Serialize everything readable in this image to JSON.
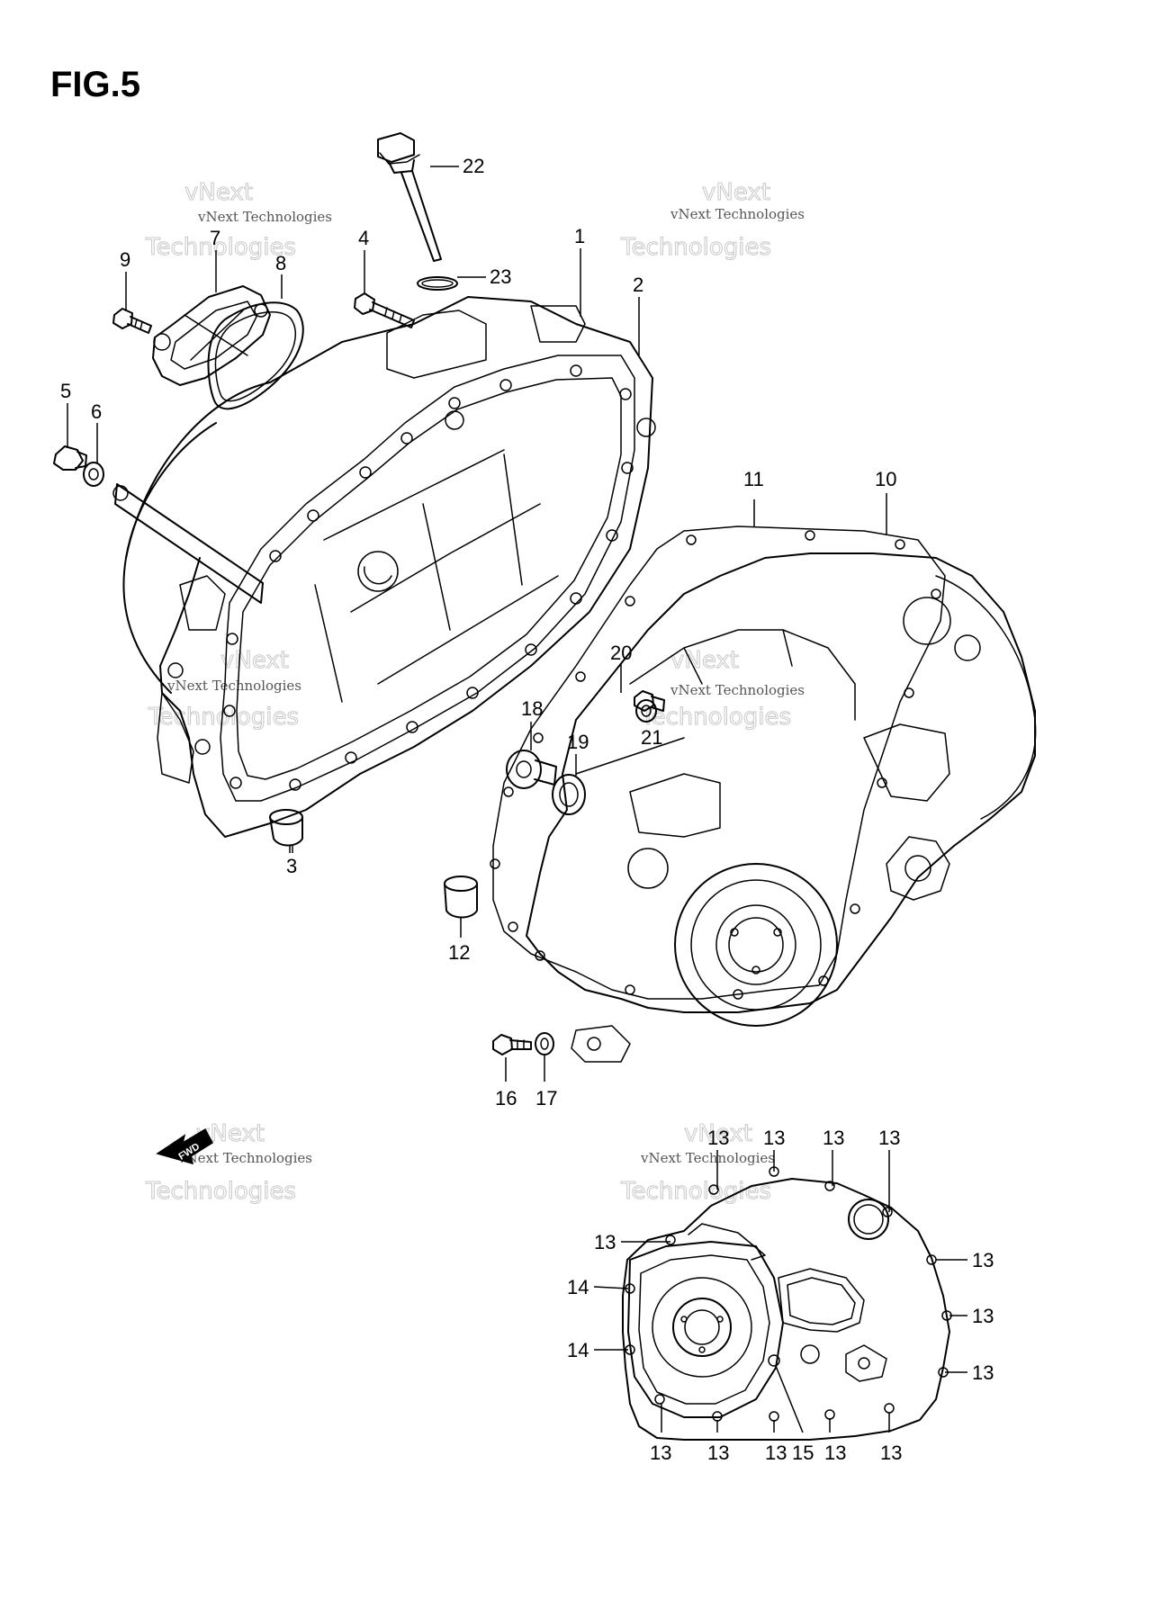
{
  "figure": {
    "title": "FIG.5"
  },
  "watermark": {
    "line1": "vNext Technologies",
    "line2": "vNext",
    "line3": "Technologies"
  },
  "fwd_label": "FWD",
  "callouts": [
    {
      "id": "c1",
      "text": "1"
    },
    {
      "id": "c2",
      "text": "2"
    },
    {
      "id": "c3",
      "text": "3"
    },
    {
      "id": "c4",
      "text": "4"
    },
    {
      "id": "c5",
      "text": "5"
    },
    {
      "id": "c6",
      "text": "6"
    },
    {
      "id": "c7",
      "text": "7"
    },
    {
      "id": "c8",
      "text": "8"
    },
    {
      "id": "c9",
      "text": "9"
    },
    {
      "id": "c10",
      "text": "10"
    },
    {
      "id": "c11",
      "text": "11"
    },
    {
      "id": "c12",
      "text": "12"
    },
    {
      "id": "c16",
      "text": "16"
    },
    {
      "id": "c17",
      "text": "17"
    },
    {
      "id": "c18",
      "text": "18"
    },
    {
      "id": "c19",
      "text": "19"
    },
    {
      "id": "c20",
      "text": "20"
    },
    {
      "id": "c21",
      "text": "21"
    },
    {
      "id": "c22",
      "text": "22"
    },
    {
      "id": "c23",
      "text": "23"
    },
    {
      "id": "c13a",
      "text": "13"
    },
    {
      "id": "c13b",
      "text": "13"
    },
    {
      "id": "c13c",
      "text": "13"
    },
    {
      "id": "c13d",
      "text": "13"
    },
    {
      "id": "c13e",
      "text": "13"
    },
    {
      "id": "c13f",
      "text": "13"
    },
    {
      "id": "c13g",
      "text": "13"
    },
    {
      "id": "c13h",
      "text": "13"
    },
    {
      "id": "c13i",
      "text": "13"
    },
    {
      "id": "c13j",
      "text": "13"
    },
    {
      "id": "c13k",
      "text": "13"
    },
    {
      "id": "c13l",
      "text": "13"
    },
    {
      "id": "c13m",
      "text": "13"
    },
    {
      "id": "c14a",
      "text": "14"
    },
    {
      "id": "c14b",
      "text": "14"
    },
    {
      "id": "c15",
      "text": "15"
    }
  ]
}
